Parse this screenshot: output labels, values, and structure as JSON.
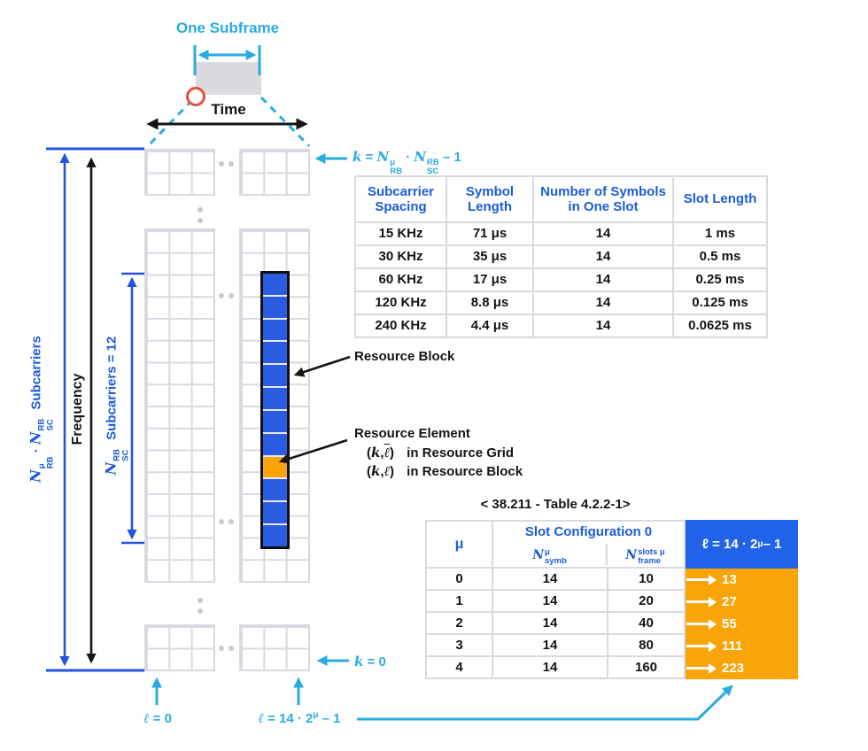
{
  "colors": {
    "cyan": "#29ABE2",
    "blue_line": "#2353DF",
    "blue_text": "#1B5CD9",
    "blue_fill": "#2A5CE2",
    "blue_header_bg": "#2063E9",
    "orange": "#F9A508",
    "red": "#E8503E",
    "gray_box": "#DBDBDF",
    "grid_line": "#D9D9E1"
  },
  "icons": {
    "orange_row_arrow": "arrow-right-icon",
    "pointer_arrowheads": "triangle-arrowhead"
  },
  "labels": {
    "one_subframe": "One Subframe",
    "time": "Time",
    "frequency": "Frequency",
    "subcarriers": "Subcarriers",
    "subcarriers_12": "Subcarriers = 12",
    "resource_block": "Resource Block",
    "resource_element": "Resource Element",
    "in_resource_grid": "in Resource Grid",
    "in_resource_block": "in Resource Block",
    "k_eq": "=",
    "zero": "0",
    "minus_one": "– 1",
    "fourteen_dot_two": "= 14 · 2",
    "eq_zero": "= 0"
  },
  "math": {
    "N": "N",
    "mu": "μ",
    "RB": "RB",
    "SC": "SC",
    "symb": "symb",
    "frame": "frame",
    "slots_mu": "slots μ",
    "cdot": "·",
    "k": "k",
    "ell": "ℓ",
    "open": "(",
    "comma": ",",
    "close": ")"
  },
  "symbol_table": {
    "headers": [
      "Subcarrier Spacing",
      "Symbol Length",
      "Number of Symbols in One Slot",
      "Slot Length"
    ],
    "rows": [
      [
        "15 KHz",
        "71 μs",
        "14",
        "1 ms"
      ],
      [
        "30 KHz",
        "35 μs",
        "14",
        "0.5 ms"
      ],
      [
        "60 KHz",
        "17 μs",
        "14",
        "0.25 ms"
      ],
      [
        "120 KHz",
        "8.8 μs",
        "14",
        "0.125 ms"
      ],
      [
        "240 KHz",
        "4.4 μs",
        "14",
        "0.0625 ms"
      ]
    ]
  },
  "slot_table": {
    "title": "< 38.211 - Table 4.2.2-1>",
    "mu_header": "μ",
    "group_header": "Slot Configuration 0",
    "l_header_prefix": "ℓ = 14 · 2",
    "l_header_sup": "μ",
    "l_header_suffix": " – 1",
    "rows": [
      {
        "mu": "0",
        "nsymb": "14",
        "nframe": "10",
        "lmax": "13"
      },
      {
        "mu": "1",
        "nsymb": "14",
        "nframe": "20",
        "lmax": "27"
      },
      {
        "mu": "2",
        "nsymb": "14",
        "nframe": "40",
        "lmax": "55"
      },
      {
        "mu": "3",
        "nsymb": "14",
        "nframe": "80",
        "lmax": "111"
      },
      {
        "mu": "4",
        "nsymb": "14",
        "nframe": "160",
        "lmax": "223"
      }
    ]
  }
}
